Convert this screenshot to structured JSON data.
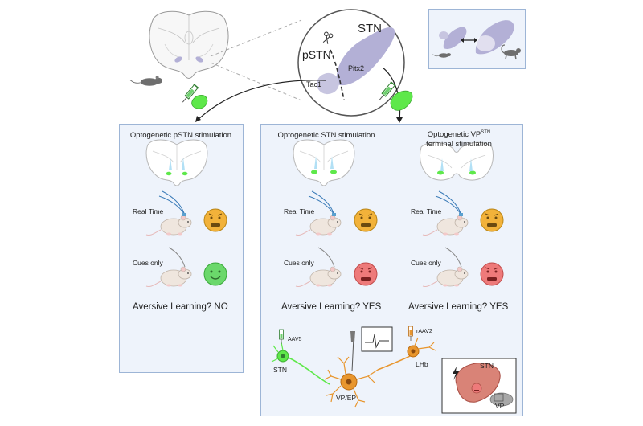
{
  "top": {
    "stn_label": "STN",
    "pstn_label": "pSTN",
    "tac1_label": "Tac1",
    "pitx2_label": "Pitx2"
  },
  "left_panel": {
    "title": "Optogenetic pSTN stimulation",
    "real_time": "Real Time",
    "cues_only": "Cues only",
    "result": "Aversive Learning? NO"
  },
  "middle_panel": {
    "title": "Optogenetic STN stimulation",
    "real_time": "Real Time",
    "cues_only": "Cues only",
    "result": "Aversive Learning? YES"
  },
  "right_panel": {
    "title_line1": "Optogenetic VP",
    "title_sup": "STN",
    "title_line2": "terminal stimulation",
    "real_time": "Real Time",
    "cues_only": "Cues only",
    "result": "Aversive Learning? YES"
  },
  "circuit": {
    "aav5": "AAV5",
    "stn": "STN",
    "vp_ep": "VP/EP",
    "raav2": "rAAV2",
    "lhb": "LHb"
  },
  "inset": {
    "stn": "STN",
    "vp": "VP"
  },
  "colors": {
    "panel_bg": "#eef3fb",
    "panel_border": "#9db5d6",
    "stn_purple": "#b3b0d6",
    "opsin_green": "#5ee84a",
    "face_yellow": "#f2b23a",
    "face_red": "#ee7a7a",
    "face_green": "#6bd86b",
    "neuron_orange": "#e8962e",
    "stn_red": "#d98377"
  }
}
